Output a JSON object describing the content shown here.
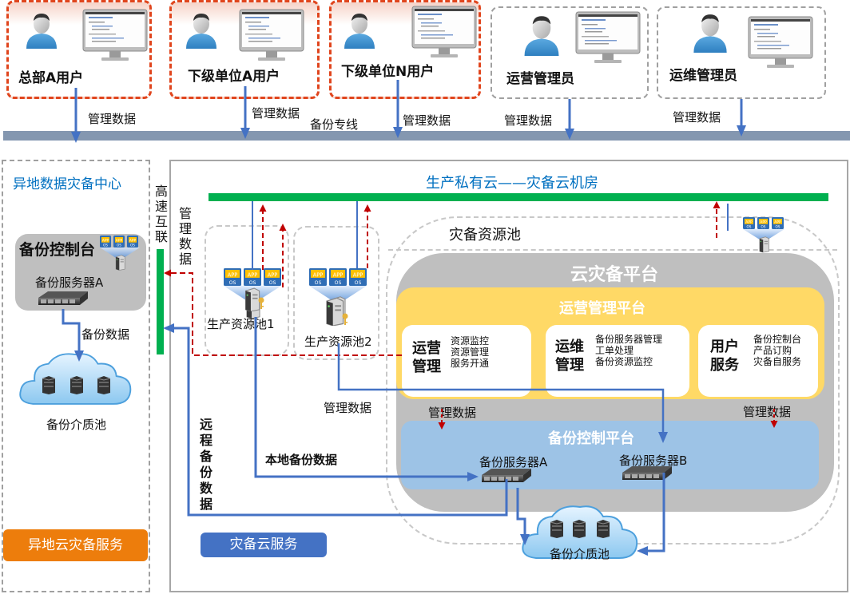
{
  "top_users": [
    {
      "label": "总部A用户",
      "style": "red"
    },
    {
      "label": "下级单位A用户",
      "style": "red"
    },
    {
      "label": "下级单位N用户",
      "style": "red"
    },
    {
      "label": "运营管理员",
      "style": "gray"
    },
    {
      "label": "运维管理员",
      "style": "gray"
    }
  ],
  "top_links": {
    "mgmt_labels": [
      "管理数据",
      "管理数据",
      "管理数据",
      "管理数据",
      "管理数据"
    ],
    "backup_line_label": "备份专线"
  },
  "offsite": {
    "title": "异地数据灾备中心",
    "console_title": "备份控制台",
    "server_label": "备份服务器A",
    "backup_data_label": "备份数据",
    "media_pool_label": "备份介质池",
    "service_button": "异地云灾备服务"
  },
  "interconnect": {
    "high_speed_label": [
      "高",
      "速",
      "互",
      "联"
    ],
    "mgmt_data_vertical": [
      "管",
      "理",
      "数",
      "据"
    ]
  },
  "private_cloud": {
    "title": "生产私有云——灾备云机房",
    "prod_pool_1": "生产资源池1",
    "prod_pool_2": "生产资源池2",
    "dr_pool_label": "灾备资源池",
    "mgmt_data_left": "管理数据",
    "remote_backup_vertical": [
      "远",
      "程",
      "备",
      "份",
      "数",
      "据"
    ],
    "local_backup_label": "本地备份数据",
    "service_button": "灾备云服务"
  },
  "platform": {
    "title": "云灾备平台",
    "ops_platform_title": "运营管理平台",
    "cards": [
      {
        "title_lines": [
          "运营",
          "管理"
        ],
        "items": [
          "资源监控",
          "资源管理",
          "服务开通"
        ]
      },
      {
        "title_lines": [
          "运维",
          "管理"
        ],
        "items": [
          "备份服务器管理",
          "工单处理",
          "备份资源监控"
        ]
      },
      {
        "title_lines": [
          "用户",
          "服务"
        ],
        "items": [
          "备份控制台",
          "产品订购",
          "灾备自服务"
        ]
      }
    ],
    "mgmt_data_labels": [
      "管理数据",
      "管理数据"
    ],
    "backup_control_title": "备份控制平台",
    "server_a": "备份服务器A",
    "server_b": "备份服务器B",
    "media_pool_label": "备份介质池"
  },
  "app_tile": {
    "top": "APP",
    "bottom": "OS"
  },
  "colors": {
    "red_dash": "#e0451d",
    "gray_dash": "#a0a0a0",
    "blue_arrow": "#4472c4",
    "dark_red_arrow": "#c00000",
    "green_bus": "#00b050",
    "backup_line": "#8497b0",
    "title_blue": "#0070c0",
    "platform_gray": "#bfbfbf",
    "ops_yellow": "#ffd966",
    "backup_blue": "#9dc3e6",
    "orange_button": "#ed7d0c",
    "blue_button": "#4472c4"
  }
}
